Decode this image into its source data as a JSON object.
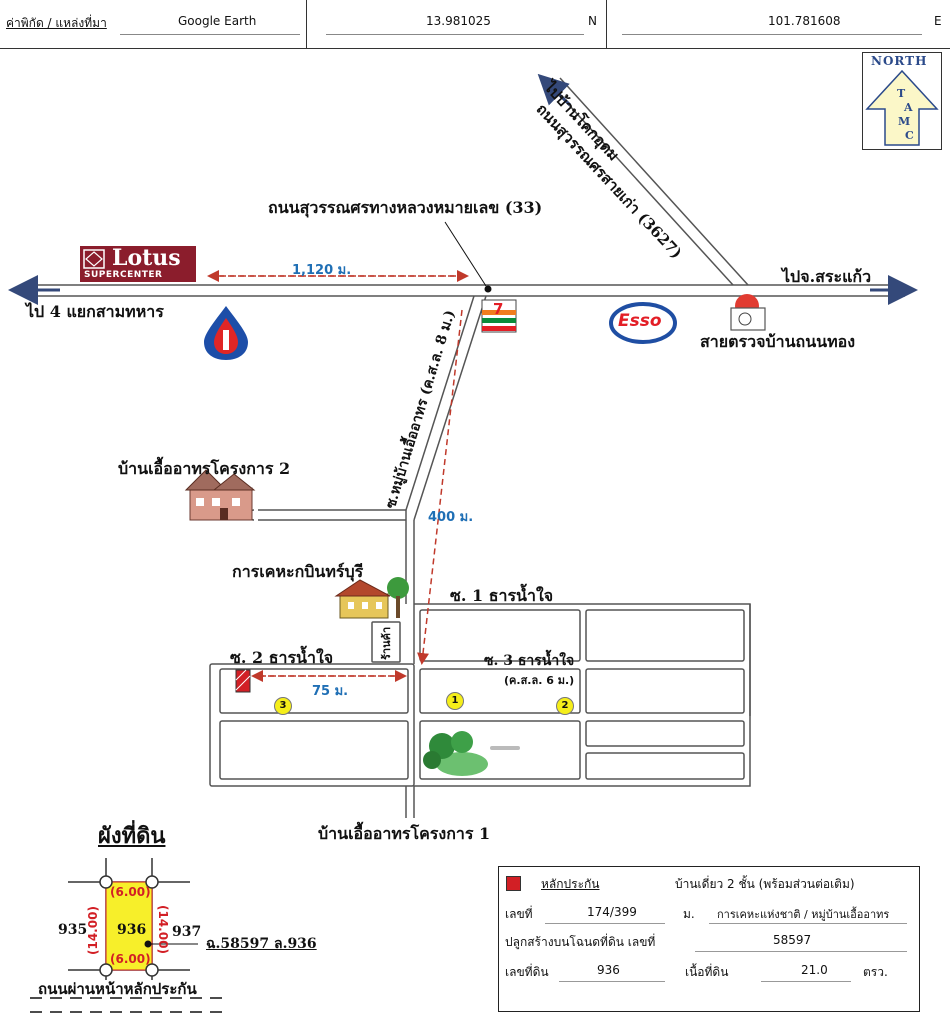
{
  "header": {
    "label": "ค่าพิกัด / แหล่งที่มา",
    "source": "Google Earth",
    "lat": "13.981025",
    "lat_dir": "N",
    "lon": "101.781608",
    "lon_dir": "E"
  },
  "north": {
    "label": "NORTH",
    "letters": [
      "T",
      "A",
      "M",
      "C"
    ]
  },
  "map": {
    "road_ne_1": "ไปบ้านโคกอุดม",
    "road_ne_2": "ถนนสุวรรณศรสายเก่า (3627)",
    "main_road": "ถนนสุวรรณศรทางหลวงหมายเลข (33)",
    "lotus_big": "Lotus",
    "lotus_small": "SUPERCENTER",
    "dist_lotus": "1,120 ม.",
    "to_sakaeo": "ไปจ.สระแก้ว",
    "to_west": "ไป 4 แยกสามทหาร",
    "police": "สายตรวจบ้านถนนทอง",
    "esso": "Esso",
    "seven_eleven": "7",
    "soi_village": "ซ.หมู่บ้านเอื้ออาทร (ค.ส.ล. 8 ม.)",
    "dist_400": "400 ม.",
    "project2": "บ้านเอื้ออาทรโครงการ 2",
    "housing_office": "การเคหะกบินทร์บุรี",
    "soi1": "ซ. 1 ธารน้ำใจ",
    "soi2": "ซ. 2 ธารน้ำใจ",
    "soi3": "ซ. 3 ธารน้ำใจ",
    "soi3_sub": "(ค.ส.ล. 6 ม.)",
    "shop": "ร้านค้า",
    "dist_75": "75 ม.",
    "marker1": "1",
    "marker2": "2",
    "marker3": "3",
    "project1": "บ้านเอื้ออาทรโครงการ 1"
  },
  "plot": {
    "title": "ผังที่ดิน",
    "top": "(6.00)",
    "bottom": "(6.00)",
    "left": "(14.00)",
    "right": "(14.00)",
    "center": "936",
    "left_no": "935",
    "right_no": "937",
    "deed": "ฉ.58597 ล.936",
    "road": "ถนนผ่านหน้าหลักประกัน"
  },
  "legend": {
    "key": "หลักประกัน",
    "type": "บ้านเดี่ยว 2 ชั้น (พร้อมส่วนต่อเติม)",
    "no_label": "เลขที่",
    "no_value": "174/399",
    "moo_label": "ม.",
    "moo_value": "การเคหะแห่งชาติ / หมู่บ้านเอื้ออาทร",
    "built_label": "ปลูกสร้างบนโฉนดที่ดิน เลขที่",
    "built_value": "58597",
    "land_no_label": "เลขที่ดิน",
    "land_no_value": "936",
    "area_label": "เนื้อที่ดิน",
    "area_value": "21.0",
    "area_unit": "ตรว."
  },
  "colors": {
    "road": "#555555",
    "dashed": "#c0392b",
    "arrow_blue": "#34497a",
    "distance_text": "#1f6fb5",
    "marker_yellow": "#f5ee1a",
    "plot_fill": "#f7ef2a",
    "collateral": "#d21f25"
  }
}
